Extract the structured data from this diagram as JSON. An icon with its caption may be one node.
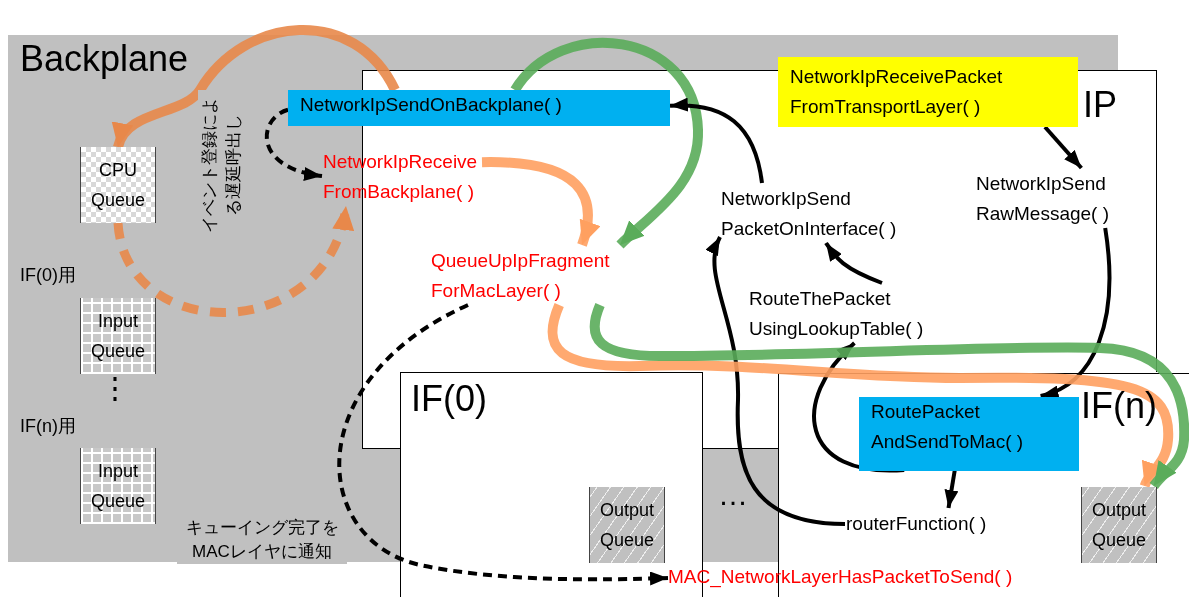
{
  "diagram": {
    "nodes": [
      {
        "text": [
          "Backplane"
        ]
      },
      {
        "text": [
          "CPU Queue"
        ],
        "in": 0
      },
      {
        "text": [
          "Input Queue"
        ],
        "in": 0,
        "beside": [
          "IF(0)用"
        ]
      },
      {
        "text": [
          "Input Queue"
        ],
        "in": 0,
        "beside": [
          "IF(n)用"
        ]
      },
      {
        "text": [
          "IP"
        ]
      },
      {
        "text": [
          "NetworkIpSendOnBackplane( )"
        ]
      },
      {
        "text": [
          "NetworkIpReceive FromBackplane( )"
        ],
        "in": 4
      },
      {
        "text": [
          "QueueUpIpFragment ForMacLayer( )"
        ],
        "in": 4
      },
      {
        "text": [
          "NetworkIpReceivePacket FromTransportLayer( )"
        ]
      },
      {
        "text": [
          "NetworkIpSend PacketOnInterface( )"
        ],
        "in": 4
      },
      {
        "text": [
          "NetworkIpSend RawMessage( )"
        ],
        "in": 4
      },
      {
        "text": [
          "RouteThePacket UsingLookupTable( )"
        ],
        "in": 4
      },
      {
        "text": [
          "IF(0)"
        ]
      },
      {
        "text": [
          "Output Queue"
        ],
        "in": 12
      },
      {
        "text": [
          "IF(n)"
        ]
      },
      {
        "text": [
          "RoutePacket AndSendToMac( )"
        ],
        "in": 14
      },
      {
        "text": [
          "routerFunction( )"
        ],
        "in": 14
      },
      {
        "text": [
          "Output Queue"
        ],
        "in": 14
      },
      {
        "text": [
          "MAC_NetworkLayerHasPacketToSend( )"
        ]
      }
    ],
    "edges": [
      {
        "from": 5,
        "to": 1,
        "arrow": "to",
        "style": "thick",
        "color": "#e8884a"
      },
      {
        "from": 1,
        "to": 6,
        "arrow": "to",
        "style": "dashed",
        "color": "#e8884a"
      },
      {
        "from": 5,
        "to": 6,
        "arrow": "to",
        "style": "dashed",
        "label": "イベント登録による遅延呼出し"
      },
      {
        "from": 6,
        "to": 7,
        "arrow": "to",
        "style": "thick",
        "color": "#ffa060"
      },
      {
        "from": 5,
        "to": 7,
        "arrow": "to",
        "style": "thick",
        "color": "#5aac5a"
      },
      {
        "from": 9,
        "to": 5,
        "arrow": "to"
      },
      {
        "from": 8,
        "to": 10,
        "arrow": "to"
      },
      {
        "from": 10,
        "to": 15,
        "arrow": "to"
      },
      {
        "from": 11,
        "to": 9,
        "arrow": "to"
      },
      {
        "from": 16,
        "to": 9,
        "arrow": "to"
      },
      {
        "from": 15,
        "to": 11,
        "arrow": "to"
      },
      {
        "from": 15,
        "to": 16,
        "arrow": "to"
      },
      {
        "from": 7,
        "to": 17,
        "arrow": "to",
        "style": "thick",
        "color": "#ffa060"
      },
      {
        "from": 7,
        "to": 17,
        "arrow": "to",
        "style": "thick",
        "color": "#5aac5a"
      },
      {
        "from": 7,
        "to": 18,
        "arrow": "to",
        "style": "dashed",
        "label": "キューイング完了をMACレイヤに通知"
      }
    ],
    "labels": [
      "⋮",
      "…"
    ]
  }
}
